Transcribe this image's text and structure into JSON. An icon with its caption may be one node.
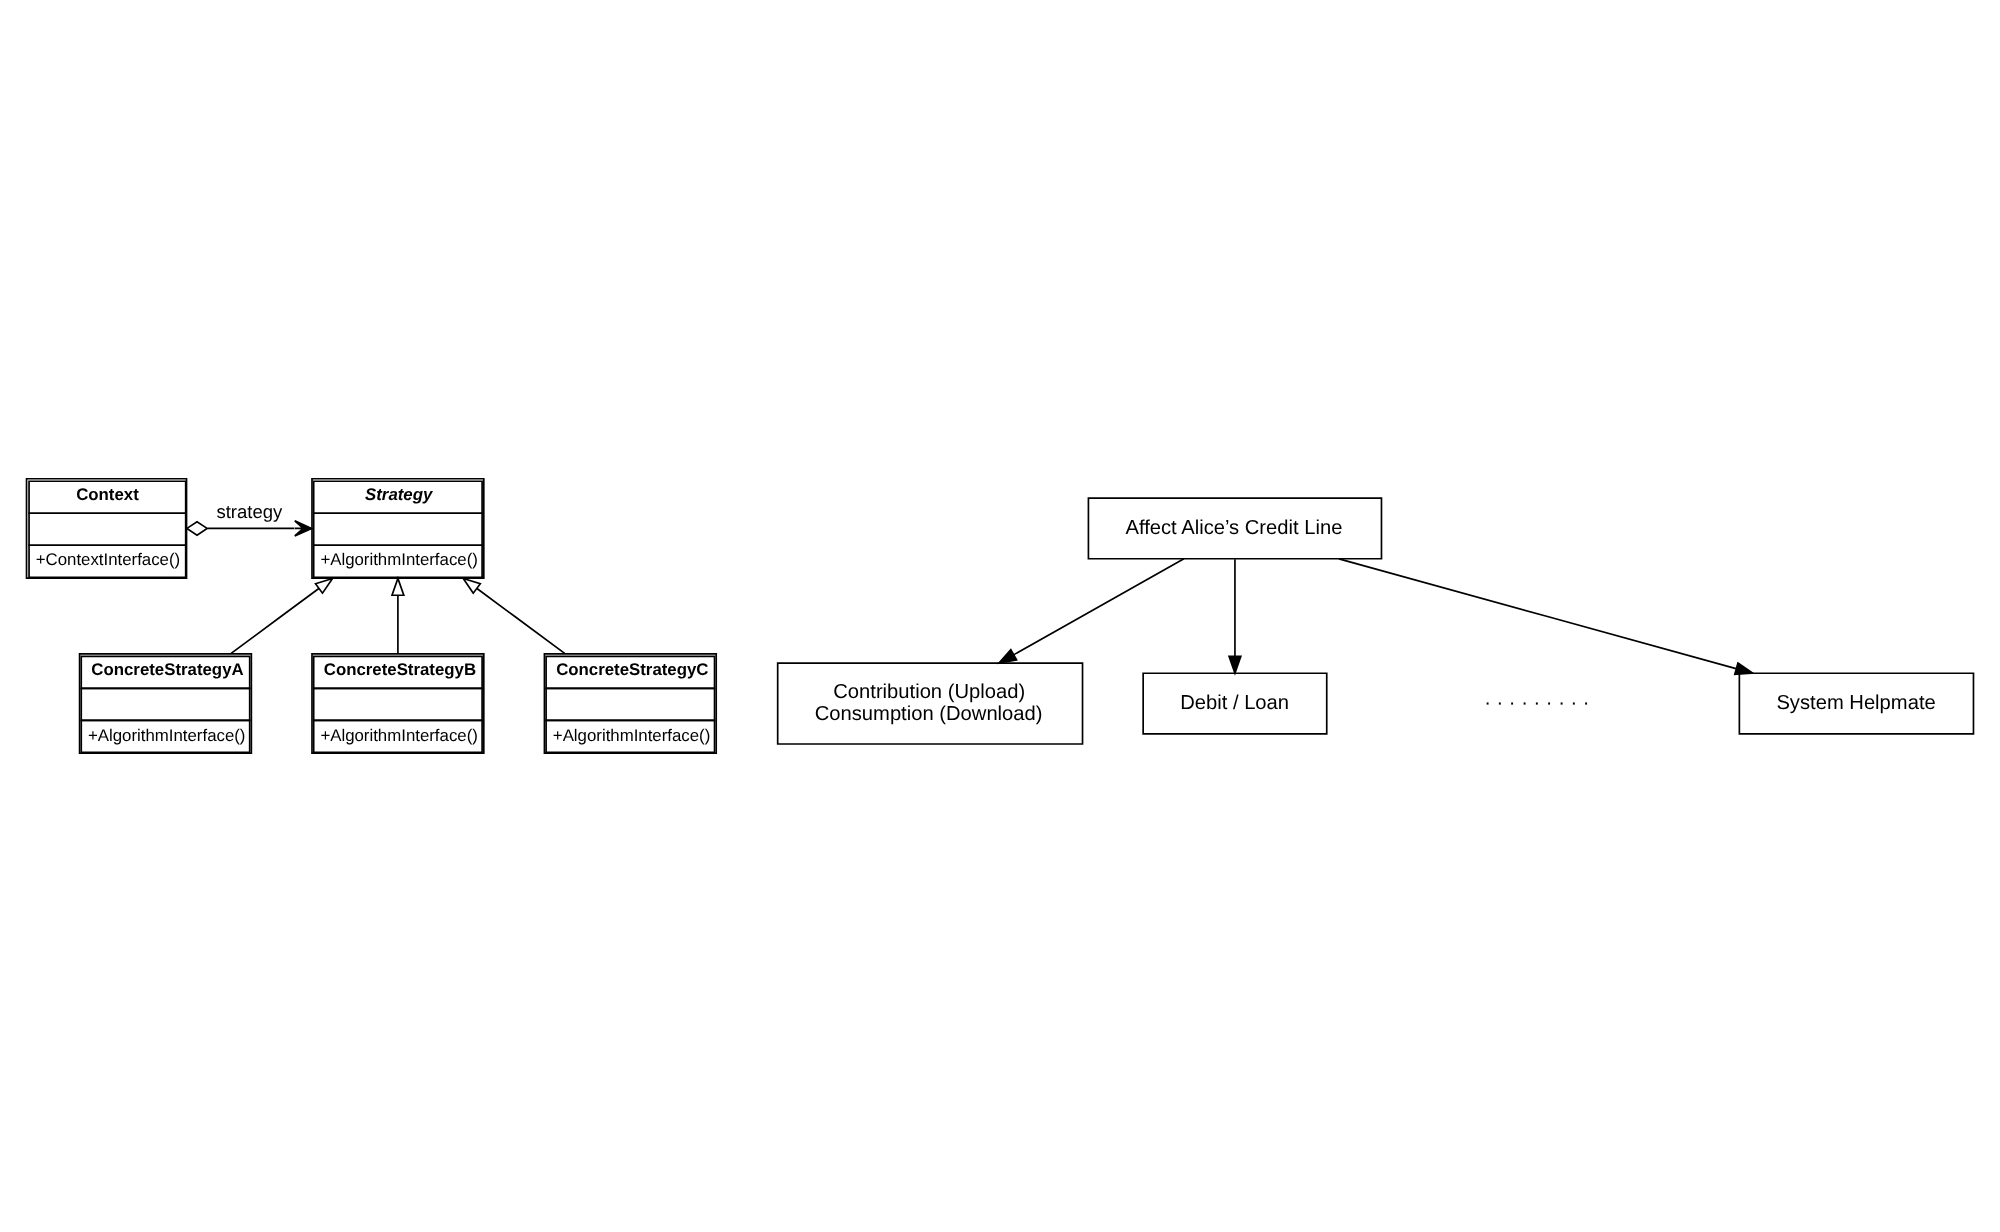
{
  "diagram": {
    "nodes": [
      {
        "text": [
          "Context",
          "+ContextInterface()"
        ]
      },
      {
        "text": [
          "Strategy",
          "+AlgorithmInterface()"
        ]
      },
      {
        "text": [
          "ConcreteStrategyA",
          "+AlgorithmInterface()"
        ]
      },
      {
        "text": [
          "ConcreteStrategyB",
          "+AlgorithmInterface()"
        ]
      },
      {
        "text": [
          "ConcreteStrategyC",
          "+AlgorithmInterface()"
        ]
      },
      {
        "text": [
          "Affect Alice’s Credit Line"
        ]
      },
      {
        "text": [
          "Contribution (Upload)",
          "Consumption (Download)"
        ]
      },
      {
        "text": [
          "Debit / Loan"
        ]
      },
      {
        "text": [
          "System Helpmate"
        ]
      }
    ],
    "edges": [
      {
        "from": 0,
        "to": 1,
        "arrow": "to",
        "label": "strategy"
      },
      {
        "from": 2,
        "to": 1,
        "arrow": "to"
      },
      {
        "from": 3,
        "to": 1,
        "arrow": "to"
      },
      {
        "from": 4,
        "to": 1,
        "arrow": "to"
      },
      {
        "from": 5,
        "to": 6,
        "arrow": "to"
      },
      {
        "from": 5,
        "to": 7,
        "arrow": "to"
      },
      {
        "from": 5,
        "to": 8,
        "arrow": "to"
      }
    ],
    "labels": [
      "· · · · · · · · ·"
    ]
  }
}
